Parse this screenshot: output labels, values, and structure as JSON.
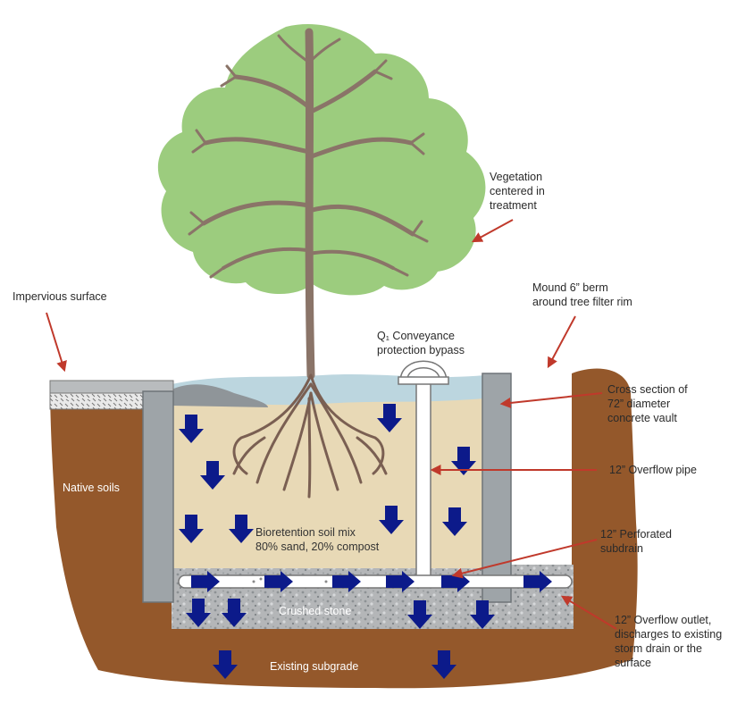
{
  "colors": {
    "foliage": "#9ccc7e",
    "trunk": "#8a7468",
    "native_soil": "#94582b",
    "soil_mix": "#e8d9b6",
    "gravel": "#b4b6b8",
    "vault": "#9ea4a8",
    "arrow": "#0c1a8a",
    "pointer": "#c0392b",
    "water": "#bcd6df"
  },
  "labels": {
    "impervious": "Impervious surface",
    "vegetation": [
      "Vegetation",
      "centered in",
      "treatment"
    ],
    "berm": [
      "Mound 6” berm",
      "around tree filter rim"
    ],
    "bypass": [
      "Q₁ Conveyance",
      "protection bypass"
    ],
    "vault": [
      "Cross section of",
      "72” diameter",
      "concrete vault"
    ],
    "overflow_pipe": "12” Overflow pipe",
    "subdrain": [
      "12” Perforated",
      "subdrain"
    ],
    "outlet": [
      "12” Overflow outlet,",
      "discharges to existing",
      "storm drain or the",
      "surface"
    ],
    "native_soils": "Native soils",
    "soil_mix": [
      "Bioretention soil mix",
      "80% sand, 20% compost"
    ],
    "crushed_stone": "Crushed stone",
    "subgrade": "Existing subgrade"
  },
  "icons": {
    "flow": "down-arrow-icon",
    "drain_flow": "right-arrow-icon",
    "pointer": "red-pointer-arrow-icon"
  }
}
